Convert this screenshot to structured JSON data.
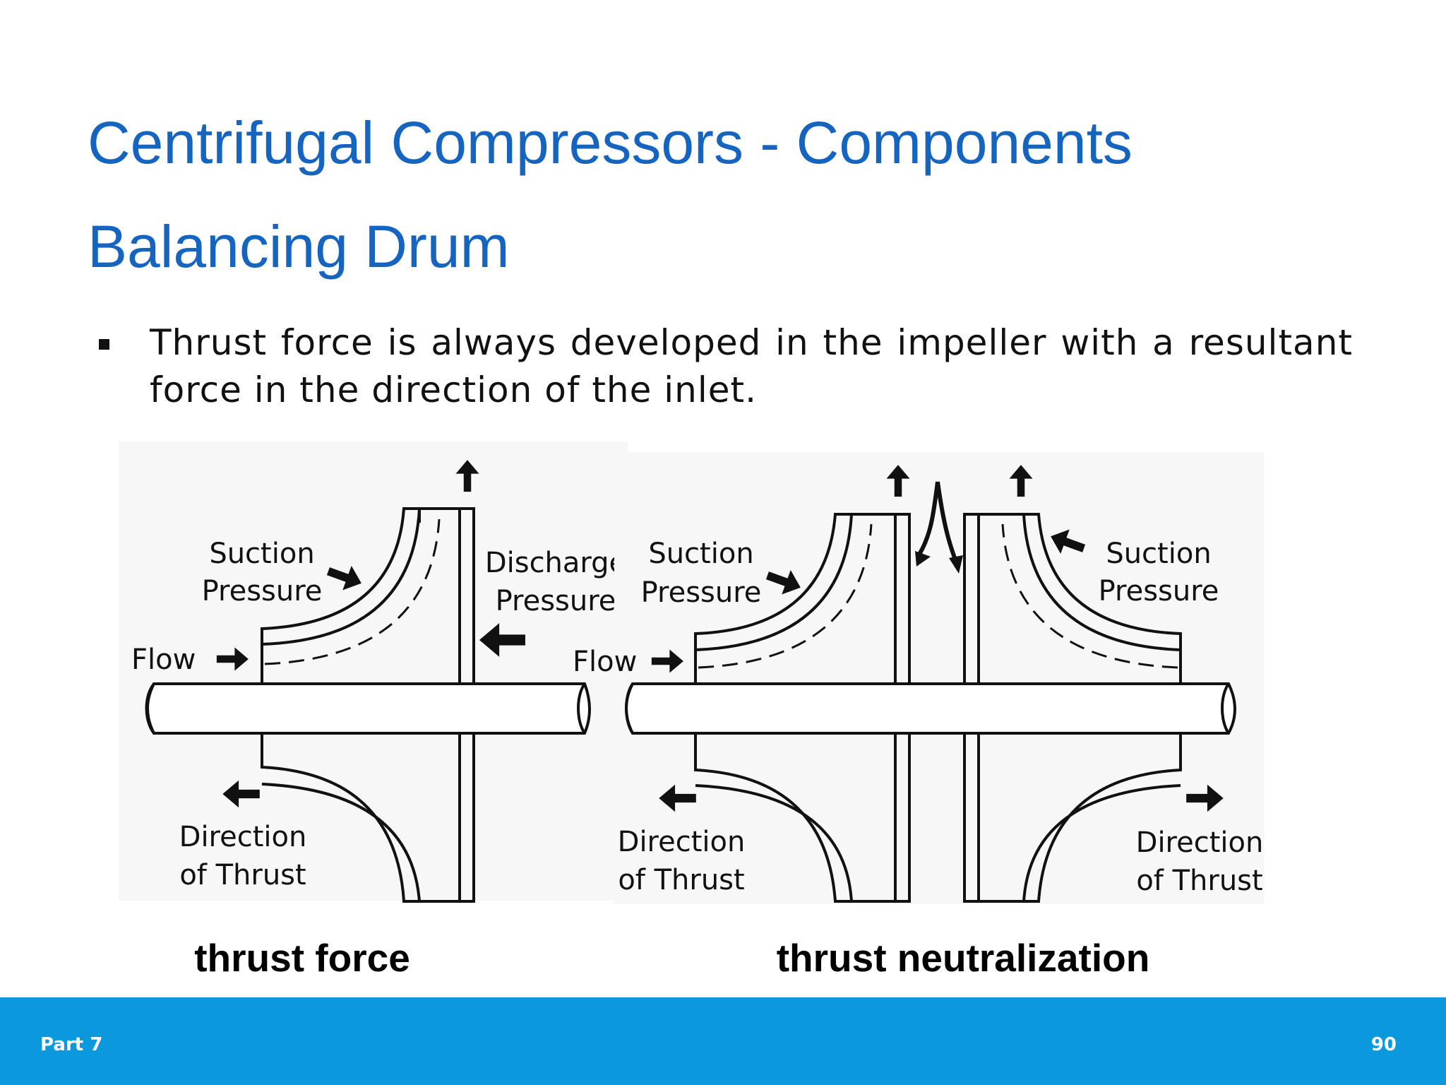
{
  "slide": {
    "title": "Centrifugal Compressors - Components",
    "subtitle": "Balancing Drum",
    "bullet": "Thrust force is always developed in the impeller with a resultant force in the direction of the inlet."
  },
  "diagram_left": {
    "suction_line1": "Suction",
    "suction_line2": "Pressure",
    "discharge_line1": "Discharge",
    "discharge_line2": "Pressure",
    "flow": "Flow",
    "direction_line1": "Direction",
    "direction_line2": "of Thrust",
    "caption": "thrust force"
  },
  "diagram_right": {
    "suction_left_line1": "Suction",
    "suction_left_line2": "Pressure",
    "suction_right_line1": "Suction",
    "suction_right_line2": "Pressure",
    "flow": "Flow",
    "direction_left_line1": "Direction",
    "direction_left_line2": "of Thrust",
    "direction_right_line1": "Direction",
    "direction_right_line2": "of Thrust",
    "caption": "thrust neutralization"
  },
  "footer": {
    "left": "Part 7",
    "right": "90"
  },
  "colors": {
    "title": "#1565c0",
    "footer_bar": "#0a99dc",
    "diagram_bg": "#f7f7f7"
  }
}
